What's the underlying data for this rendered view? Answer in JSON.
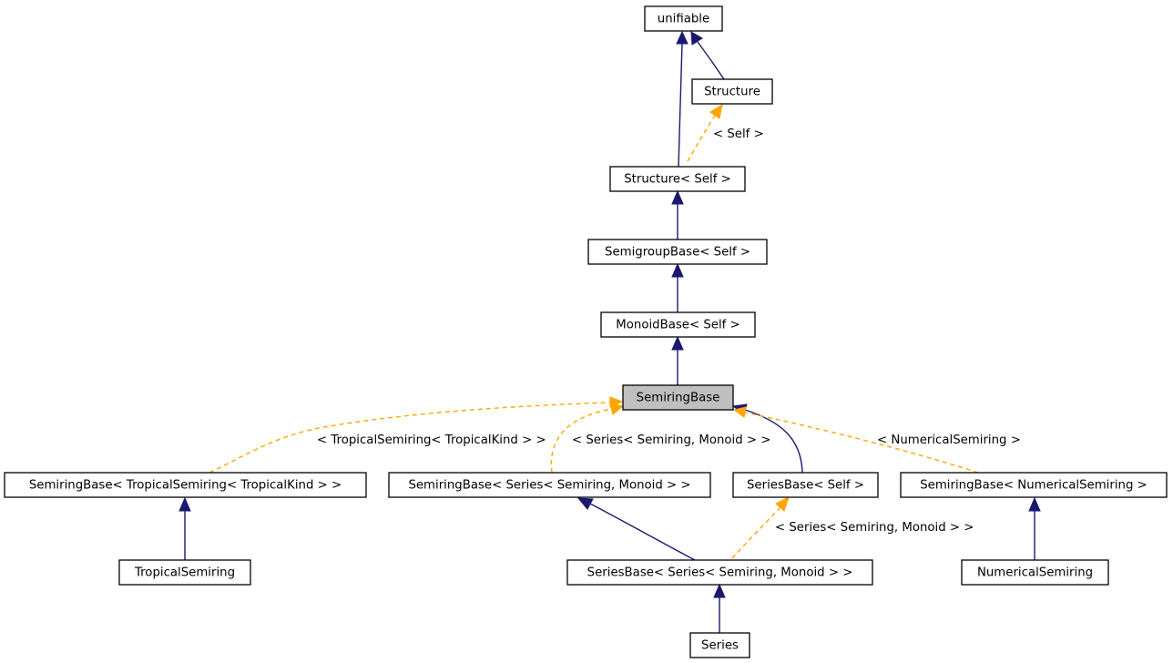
{
  "nodes": {
    "unifiable": "unifiable",
    "structure": "Structure",
    "structure_self": "Structure< Self >",
    "semigroup_base": "SemigroupBase< Self >",
    "monoid_base": "MonoidBase< Self >",
    "semiring_base": "SemiringBase",
    "semiring_base_tropical": "SemiringBase< TropicalSemiring< TropicalKind > >",
    "semiring_base_series": "SemiringBase< Series< Semiring, Monoid > >",
    "series_base_self": "SeriesBase< Self >",
    "semiring_base_numerical": "SemiringBase< NumericalSemiring >",
    "tropical_semiring": "TropicalSemiring",
    "series_base_series": "SeriesBase< Series< Semiring, Monoid > >",
    "numerical_semiring": "NumericalSemiring",
    "series": "Series"
  },
  "edge_labels": {
    "self": "< Self >",
    "tropical": "< TropicalSemiring< TropicalKind > >",
    "series_semiring": "< Series< Semiring, Monoid > >",
    "numerical": "< NumericalSemiring >",
    "series_seriesbase": "< Series< Semiring, Monoid > >"
  },
  "colors": {
    "inheritance_edge": "#191970",
    "template_edge": "#ffa500",
    "highlight_node": "#bfbfbf"
  }
}
